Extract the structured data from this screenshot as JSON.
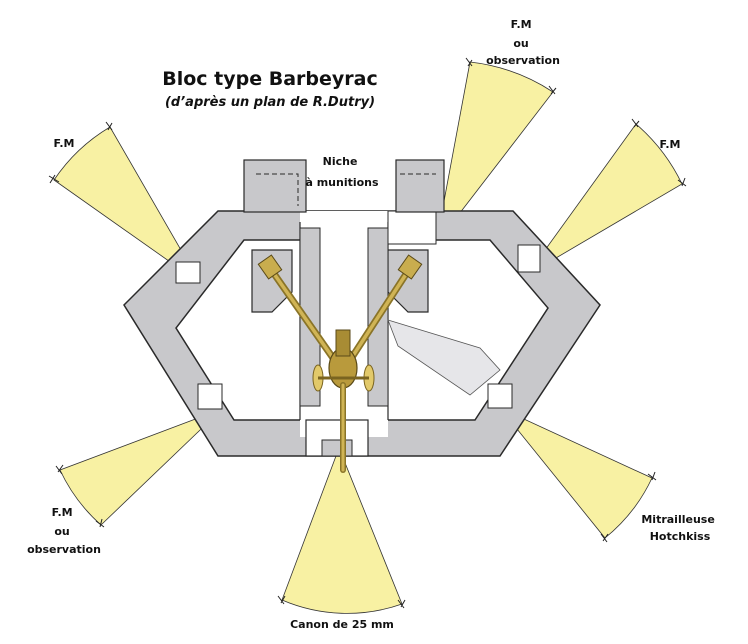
{
  "title": "Bloc type Barbeyrac",
  "subtitle": "(d’après un plan de R.Dutry)",
  "labels": {
    "niche": [
      "Niche",
      "à munitions"
    ],
    "fm_top_left": [
      "F.M"
    ],
    "fm_obs_top_right": [
      "F.M",
      "ou",
      "observation"
    ],
    "fm_right": [
      "F.M"
    ],
    "fm_obs_bottom_left": [
      "F.M",
      "ou",
      "observation"
    ],
    "mitrailleuse": [
      "Mitrailleuse",
      "Hotchkiss"
    ],
    "canon": [
      "Canon de 25 mm"
    ]
  },
  "colors": {
    "wall": "#c6c6c9",
    "wall_stroke": "#2a2a2a",
    "sector_fill": "#f8f2a8",
    "sector_fill_inner": "#f3ea86",
    "gun": "#b89a3a",
    "gun_dark": "#6b5a20",
    "shadow_sector": "#e3e3e6"
  }
}
